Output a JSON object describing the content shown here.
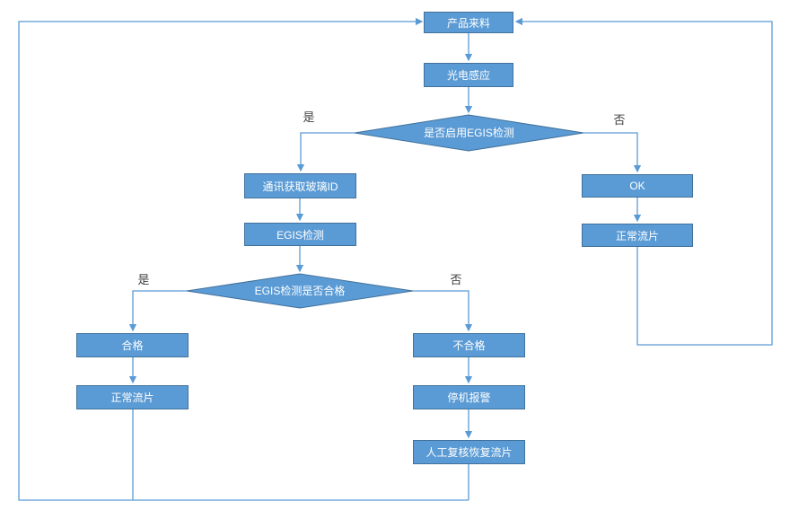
{
  "diagram": {
    "colors": {
      "node_fill": "#5b9bd5",
      "node_border": "#41719c",
      "connector": "#5b9bd5",
      "node_text": "#ffffff",
      "branch_label_text": "#404040",
      "background": "#ffffff"
    },
    "nodes": {
      "product_incoming": {
        "label": "产品来料",
        "type": "process"
      },
      "photoelectric": {
        "label": "光电感应",
        "type": "process"
      },
      "egis_enable_decision": {
        "label": "是否启用EGIS检测",
        "type": "decision"
      },
      "get_glass_id": {
        "label": "通讯获取玻璃ID",
        "type": "process"
      },
      "egis_check": {
        "label": "EGIS检测",
        "type": "process"
      },
      "egis_pass_decision": {
        "label": "EGIS检测是否合格",
        "type": "decision"
      },
      "qualified": {
        "label": "合格",
        "type": "process"
      },
      "normal_flow_left": {
        "label": "正常流片",
        "type": "process"
      },
      "unqualified": {
        "label": "不合格",
        "type": "process"
      },
      "stop_alarm": {
        "label": "停机报警",
        "type": "process"
      },
      "manual_review": {
        "label": "人工复核恢复流片",
        "type": "process"
      },
      "ok": {
        "label": "OK",
        "type": "process"
      },
      "normal_flow_right": {
        "label": "正常流片",
        "type": "process"
      }
    },
    "branch_labels": {
      "d1_yes": "是",
      "d1_no": "否",
      "d2_yes": "是",
      "d2_no": "否"
    },
    "edges": [
      {
        "from": "product_incoming",
        "to": "photoelectric"
      },
      {
        "from": "photoelectric",
        "to": "egis_enable_decision"
      },
      {
        "from": "egis_enable_decision",
        "to": "get_glass_id",
        "label": "是"
      },
      {
        "from": "egis_enable_decision",
        "to": "ok",
        "label": "否"
      },
      {
        "from": "get_glass_id",
        "to": "egis_check"
      },
      {
        "from": "egis_check",
        "to": "egis_pass_decision"
      },
      {
        "from": "egis_pass_decision",
        "to": "qualified",
        "label": "是"
      },
      {
        "from": "egis_pass_decision",
        "to": "unqualified",
        "label": "否"
      },
      {
        "from": "qualified",
        "to": "normal_flow_left"
      },
      {
        "from": "unqualified",
        "to": "stop_alarm"
      },
      {
        "from": "stop_alarm",
        "to": "manual_review"
      },
      {
        "from": "ok",
        "to": "normal_flow_right"
      },
      {
        "from": "normal_flow_left",
        "to": "product_incoming",
        "note": "loop back left"
      },
      {
        "from": "manual_review",
        "to": "product_incoming",
        "note": "loop back left"
      },
      {
        "from": "normal_flow_right",
        "to": "product_incoming",
        "note": "loop back right"
      }
    ]
  }
}
